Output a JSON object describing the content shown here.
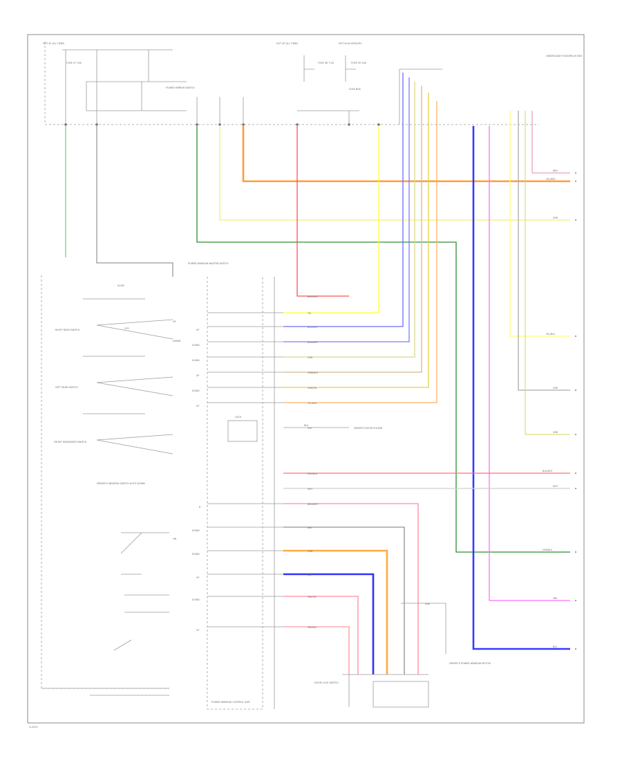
{
  "diagram": {
    "footer_code": "G-2015",
    "header_labels": {
      "hot_all_times_left": "HOT AT ALL TIMES",
      "fuse_left": "FUSE 47 15A",
      "hot_all_times_mid": "HOT AT ALL TIMES",
      "fuse_mid": "FUSE 48 7.5A",
      "hot_accessory": "HOT IN ACCESSORY",
      "fuse_right": "FUSE 49 10A",
      "fuse_box": "FUSE BOX",
      "connector_label": "POWER MIRROR SWITCH",
      "right_corner": "UNDER-DASH FUSE/RELAY BOX"
    },
    "component_labels": {
      "control_unit_header": "POWER WINDOW MASTER SWITCH",
      "mirror_header": "M-SW",
      "right_rear_switch": "RIGHT REAR SWITCH",
      "left_rear_switch": "LEFT REAR SWITCH",
      "front_passenger_switch": "FRONT PASSENGER SWITCH",
      "lock_box": "LOCK",
      "driver_switch_block": "DRIVER'S WINDOW SWITCH AUTO DOWN",
      "driver_door_motor": "DRIVER'S POWER WINDOW MOTOR",
      "control_unit_footer": "POWER WINDOW CONTROL UNIT",
      "door_lock_switch": "DOOR LOCK SWITCH",
      "driver_pulse": "DRIVER'S DOOR PULSER",
      "up": "UP",
      "down": "DOWN",
      "off": "OFF",
      "on": "ON"
    },
    "left_pin_labels": [
      "UP",
      "DOWN",
      "DOWN",
      "UP",
      "DOWN",
      "UP",
      "B",
      "DOWN",
      "DOWN",
      "UP",
      "DOWN",
      "UP"
    ],
    "right_wires": [
      {
        "color_name": "BRN",
        "hex": "#e8a0c0"
      },
      {
        "color_name": "YEL/RED",
        "hex": "#ff9b3a"
      },
      {
        "color_name": "GRN",
        "hex": "#e6e690"
      },
      {
        "color_name": "YEL/BLU",
        "hex": "#f2f270"
      },
      {
        "color_name": "GRN",
        "hex": "#cfcf90"
      },
      {
        "color_name": "GRN",
        "hex": "#dddd80"
      },
      {
        "color_name": "BLK/WHT",
        "hex": "#ff7070"
      },
      {
        "color_name": "WHT",
        "hex": "#d0d0d0"
      },
      {
        "color_name": "GRN/BLK",
        "hex": "#2d8f2d"
      },
      {
        "color_name": "PNK",
        "hex": "#ff6eff"
      },
      {
        "color_name": "BLU",
        "hex": "#3838ff"
      }
    ],
    "mid_wires": [
      {
        "label": "BRN/WHT",
        "hex": "#ff5050"
      },
      {
        "label": "YEL",
        "hex": "#ffff40"
      },
      {
        "label": "BLU/RED",
        "hex": "#6b6bff"
      },
      {
        "label": "BLU/WHT",
        "hex": "#7a7aff"
      },
      {
        "label": "GRN",
        "hex": "#d8d890"
      },
      {
        "label": "GRN/WHT",
        "hex": "#d6b98a"
      },
      {
        "label": "GRN/YEL",
        "hex": "#e5d240"
      },
      {
        "label": "YEL/RED",
        "hex": "#ffb060"
      },
      {
        "label": "GRY",
        "hex": "#8c8c8c"
      },
      {
        "label": "RED/BLK",
        "hex": "#ff6b6b"
      },
      {
        "label": "WHT",
        "hex": "#c0c0c0"
      },
      {
        "label": "BRN/WHT",
        "hex": "#ff7a7a"
      },
      {
        "label": "BRN",
        "hex": "#909090"
      },
      {
        "label": "ORN",
        "hex": "#ffaa40"
      },
      {
        "label": "BLU",
        "hex": "#3030ff"
      },
      {
        "label": "PNK/YEL",
        "hex": "#ff8aa0"
      },
      {
        "label": "PNK/BLU",
        "hex": "#ff9a9a"
      }
    ],
    "ground_label": "GND",
    "lock_output_label": "BLK"
  }
}
